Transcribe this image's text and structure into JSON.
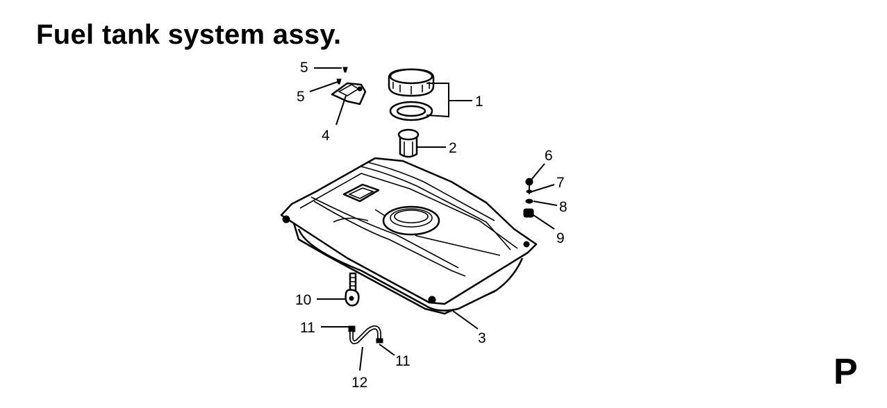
{
  "title": "Fuel tank system assy.",
  "page_letter": "P",
  "callouts": {
    "c1": "1",
    "c2": "2",
    "c3": "3",
    "c4": "4",
    "c5a": "5",
    "c5b": "5",
    "c6": "6",
    "c7": "7",
    "c8": "8",
    "c9": "9",
    "c10": "10",
    "c11a": "11",
    "c11b": "11",
    "c12": "12"
  }
}
